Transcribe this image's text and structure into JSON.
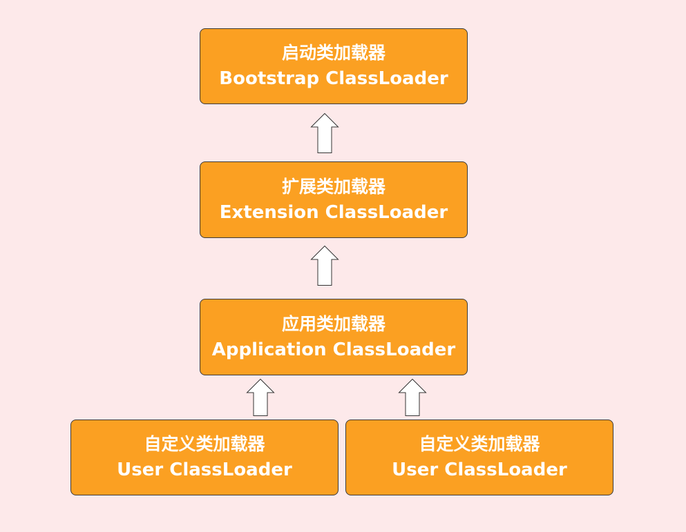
{
  "diagram": {
    "nodes": [
      {
        "id": "bootstrap",
        "label_cn": "启动类加载器",
        "label_en": "Bootstrap ClassLoader"
      },
      {
        "id": "extension",
        "label_cn": "扩展类加载器",
        "label_en": "Extension ClassLoader"
      },
      {
        "id": "application",
        "label_cn": "应用类加载器",
        "label_en": "Application ClassLoader"
      },
      {
        "id": "user_left",
        "label_cn": "自定义类加载器",
        "label_en": "User ClassLoader"
      },
      {
        "id": "user_right",
        "label_cn": "自定义类加载器",
        "label_en": "User ClassLoader"
      }
    ],
    "edges": [
      {
        "from": "extension",
        "to": "bootstrap"
      },
      {
        "from": "application",
        "to": "extension"
      },
      {
        "from": "user_left",
        "to": "application"
      },
      {
        "from": "user_right",
        "to": "application"
      }
    ],
    "colors": {
      "background": "#fde9ea",
      "node_fill": "#fba022",
      "node_text": "#ffffff",
      "arrow_fill": "#ffffff"
    }
  }
}
